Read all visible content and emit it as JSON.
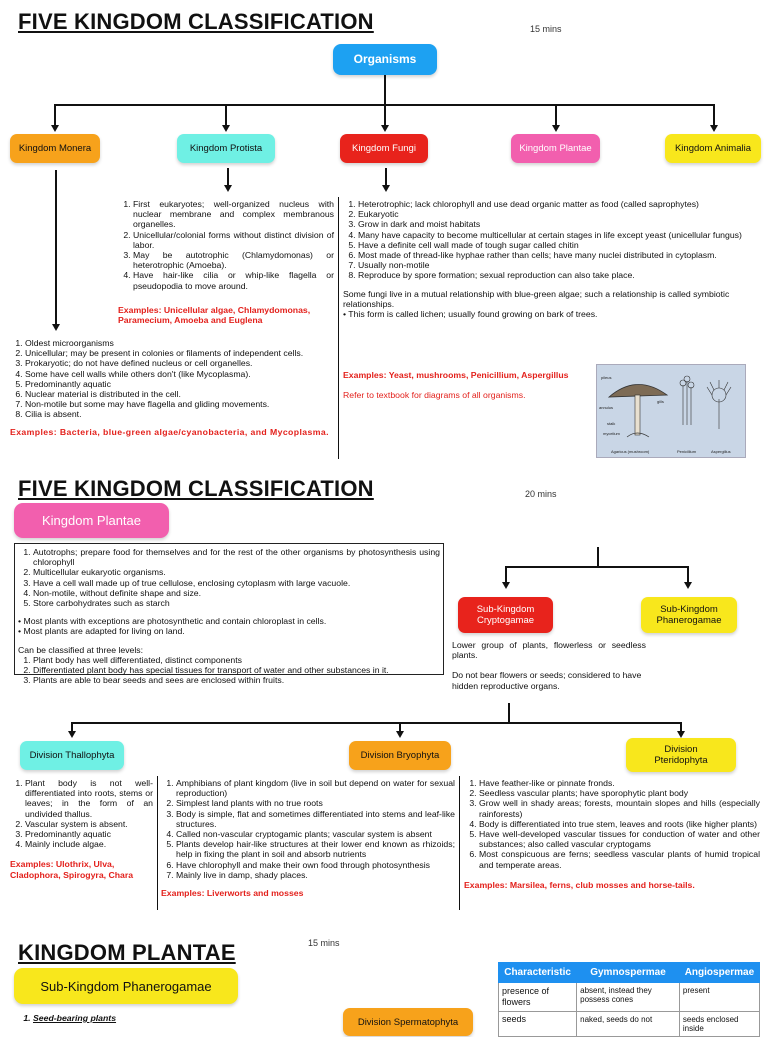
{
  "section1": {
    "title": "FIVE KINGDOM CLASSIFICATION",
    "time": "15 mins",
    "root": "Organisms",
    "kingdoms": [
      "Kingdom Monera",
      "Kingdom Protista",
      "Kingdom Fungi",
      "Kingdom Plantae",
      "Kingdom Animalia"
    ],
    "colors": {
      "organisms": "#1da1f2",
      "monera": "#f7a21b",
      "protista": "#6ff0e4",
      "fungi": "#e8231c",
      "plantae": "#f25fae",
      "animalia": "#f8e71c"
    },
    "protista": {
      "items": [
        "First eukaryotes; well-organized nucleus with nuclear membrane and complex membranous organelles.",
        "Unicellular/colonial forms without distinct division of labor.",
        "May be autotrophic (Chlamydomonas) or heterotrophic (Amoeba).",
        "Have hair-like cilia or whip-like flagella or pseudopodia to move around."
      ],
      "examples": "Examples: Unicellular algae, Chlamydomonas, Paramecium, Amoeba and Euglena"
    },
    "fungi": {
      "items": [
        "Heterotrophic; lack chlorophyll and use dead organic matter as food (called saprophytes)",
        "Eukaryotic",
        "Grow in dark and moist habitats",
        "Many have capacity to become multicellular at certain stages in life except yeast (unicellular fungus)",
        "Have a definite cell wall made of tough sugar called chitin",
        "Most made of thread-like hyphae rather than cells; have many nuclei distributed in cytoplasm.",
        "Usually non-motile",
        "Reproduce by spore formation; sexual reproduction can also take place."
      ],
      "note": "Some fungi live in a mutual relationship with blue-green algae; such a relationship is called symbiotic relationships.",
      "note2": "• This form is called lichen; usually found growing on bark of trees.",
      "examples": "Examples: Yeast, mushrooms, Penicillium, Aspergillus",
      "refer": "Refer to textbook for diagrams of all organisms.",
      "image_labels": [
        "pileus",
        "gills",
        "annulus",
        "stalk",
        "mycelium",
        "Agaricus (mushroom)",
        "Penicillium",
        "Aspergillus"
      ]
    },
    "monera": {
      "items": [
        "Oldest microorganisms",
        "Unicellular; may be present in colonies or filaments of independent cells.",
        "Prokaryotic; do not have defined nucleus or cell organelles.",
        "Some have cell walls while others don't (like Mycoplasma).",
        "Predominantly aquatic",
        "Nuclear material is distributed in the cell.",
        "Non-motile but some may have flagella and gliding movements.",
        "Cilia is absent."
      ],
      "examples": "Examples: Bacteria, blue-green algae/cyanobacteria, and Mycoplasma."
    }
  },
  "section2": {
    "title": "FIVE KINGDOM CLASSIFICATION",
    "time": "20 mins",
    "heading": "Kingdom Plantae",
    "items": [
      "Autotrophs; prepare food for themselves and for the rest of the other organisms by photosynthesis using chlorophyll",
      "Multicellular eukaryotic organisms.",
      "Have a cell wall made up of true cellulose, enclosing cytoplasm with large vacuole.",
      "Non-motile, without definite shape and size.",
      "Store carbohydrates such as starch"
    ],
    "bullets": [
      "• Most plants with exceptions are photosynthetic and contain chloroplast in cells.",
      "• Most plants are adapted for living on land."
    ],
    "levels_intro": "Can be classified at three levels:",
    "levels": [
      "Plant body has well differentiated, distinct components",
      "Differentiated plant body has special tissues for transport of water and other substances in it.",
      "Plants are able to bear seeds and sees are enclosed within fruits."
    ],
    "crypto": "Sub-Kingdom Cryptogamae",
    "phanero": "Sub-Kingdom Phanerogamae",
    "crypto_desc1": "Lower group of plants, flowerless or seedless plants.",
    "crypto_desc2": "Do not bear flowers or seeds; considered to have hidden reproductive organs.",
    "divisions": [
      "Division Thallophyta",
      "Division Bryophyta",
      "Division Pteridophyta"
    ],
    "thallo_items": [
      "Plant body is not well-differentiated into roots, stems or leaves; in the form of an undivided thallus.",
      "Vascular system is absent.",
      "Predominantly aquatic",
      "Mainly include algae."
    ],
    "thallo_examples": "Examples: Ulothrix, Ulva, Cladophora, Spirogyra, Chara",
    "bryo_items": [
      "Amphibians of plant kingdom (live in soil but depend on water for sexual reproduction)",
      "Simplest land plants with no true roots",
      "Body is simple, flat and sometimes differentiated into stems and leaf-like structures.",
      "Called non-vascular cryptogamic plants; vascular system is absent",
      "Plants develop hair-like structures at their lower end known as rhizoids; help in fixing the plant in soil and absorb nutrients",
      "Have chlorophyll and make their own food through photosynthesis",
      "Mainly live in damp, shady places."
    ],
    "bryo_examples": "Examples: Liverworts and mosses",
    "pterido_items": [
      "Have feather-like or pinnate fronds.",
      "Seedless vascular plants; have sporophytic plant body",
      "Grow well in shady areas; forests, mountain slopes and hills (especially rainforests)",
      "Body is differentiated into true stem, leaves and roots (like higher plants)",
      "Have well-developed vascular tissues for conduction of water and other substances; also called vascular cryptogams",
      "Most conspicuous are ferns; seedless vascular plants of humid tropical and temperate areas."
    ],
    "pterido_examples": "Examples: Marsilea, ferns, club mosses and horse-tails."
  },
  "section3": {
    "title": "KINGDOM PLANTAE",
    "time": "15 mins",
    "heading": "Sub-Kingdom Phanerogamae",
    "item1": "Seed-bearing plants",
    "division": "Division Spermatophyta",
    "table": {
      "headers": [
        "Characteristic",
        "Gymnospermae",
        "Angiospermae"
      ],
      "rows": [
        [
          "presence of flowers",
          "absent, instead they possess cones",
          "present"
        ],
        [
          "seeds",
          "naked, seeds do not",
          "seeds enclosed inside"
        ]
      ]
    }
  }
}
